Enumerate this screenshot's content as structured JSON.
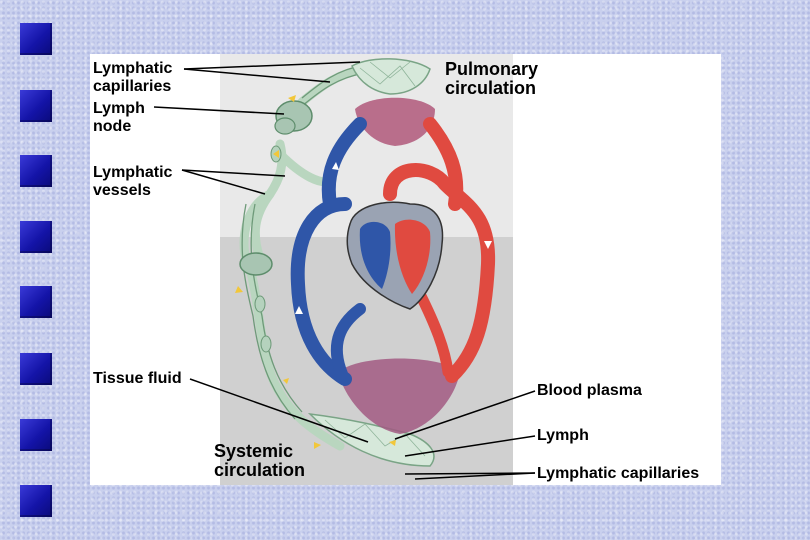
{
  "labels": {
    "lymphatic_capillaries_top": [
      "Lymphatic",
      "capillaries"
    ],
    "lymph_node": [
      "Lymph",
      "node"
    ],
    "lymphatic_vessels": [
      "Lymphatic",
      "vessels"
    ],
    "pulmonary_circulation": [
      "Pulmonary",
      "circulation"
    ],
    "tissue_fluid": "Tissue fluid",
    "systemic_circulation": [
      "Systemic",
      "circulation"
    ],
    "blood_plasma": "Blood plasma",
    "lymph": "Lymph",
    "lymphatic_capillaries_bottom": "Lymphatic capillaries"
  },
  "colors": {
    "vein_blue": "#2f56a8",
    "artery_red": "#e04a40",
    "lymph_green": "#b7d4bd",
    "bullet_blue": "#1a1ab0"
  }
}
